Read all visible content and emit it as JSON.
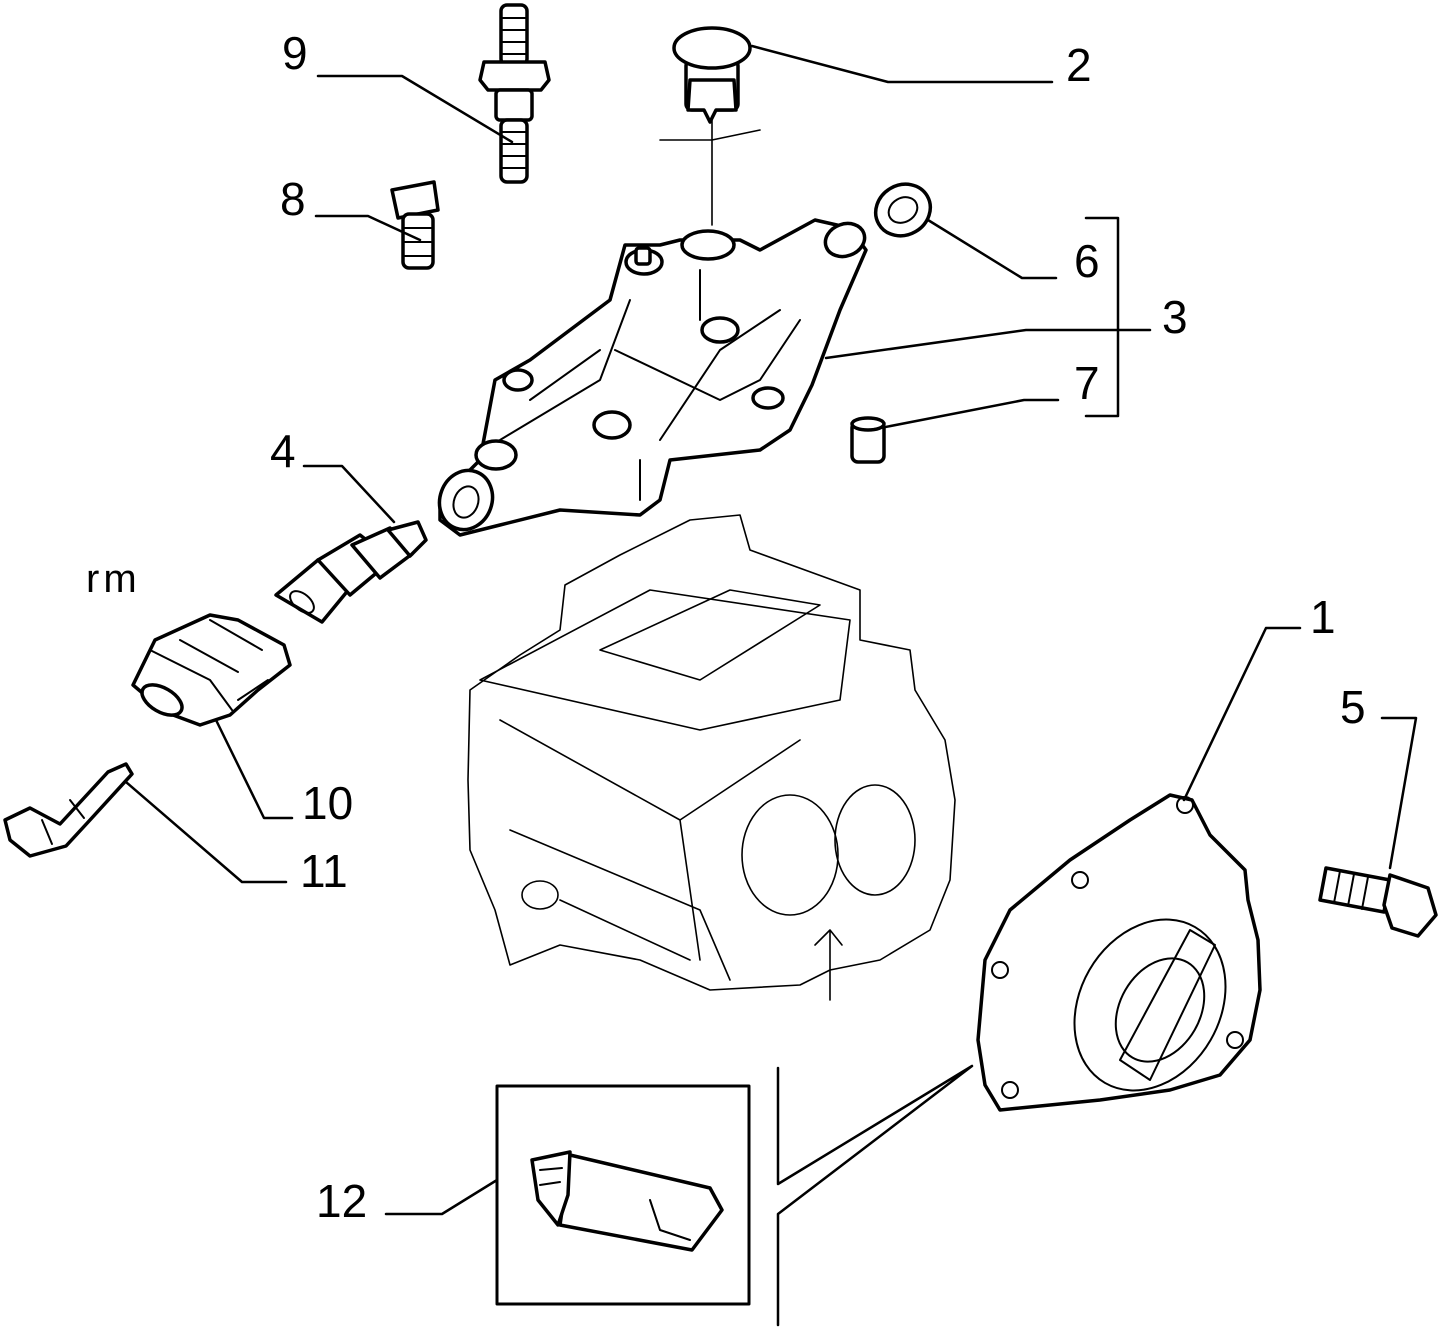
{
  "diagram": {
    "callouts": [
      {
        "id": "9",
        "text": "9"
      },
      {
        "id": "2",
        "text": "2"
      },
      {
        "id": "8",
        "text": "8"
      },
      {
        "id": "6",
        "text": "6"
      },
      {
        "id": "3",
        "text": "3"
      },
      {
        "id": "7",
        "text": "7"
      },
      {
        "id": "4",
        "text": "4"
      },
      {
        "id": "1",
        "text": "1"
      },
      {
        "id": "5",
        "text": "5"
      },
      {
        "id": "10",
        "text": "10"
      },
      {
        "id": "11",
        "text": "11"
      },
      {
        "id": "12",
        "text": "12"
      }
    ],
    "note": "rm",
    "colors": {
      "line": "#000000",
      "background": "#ffffff"
    }
  }
}
